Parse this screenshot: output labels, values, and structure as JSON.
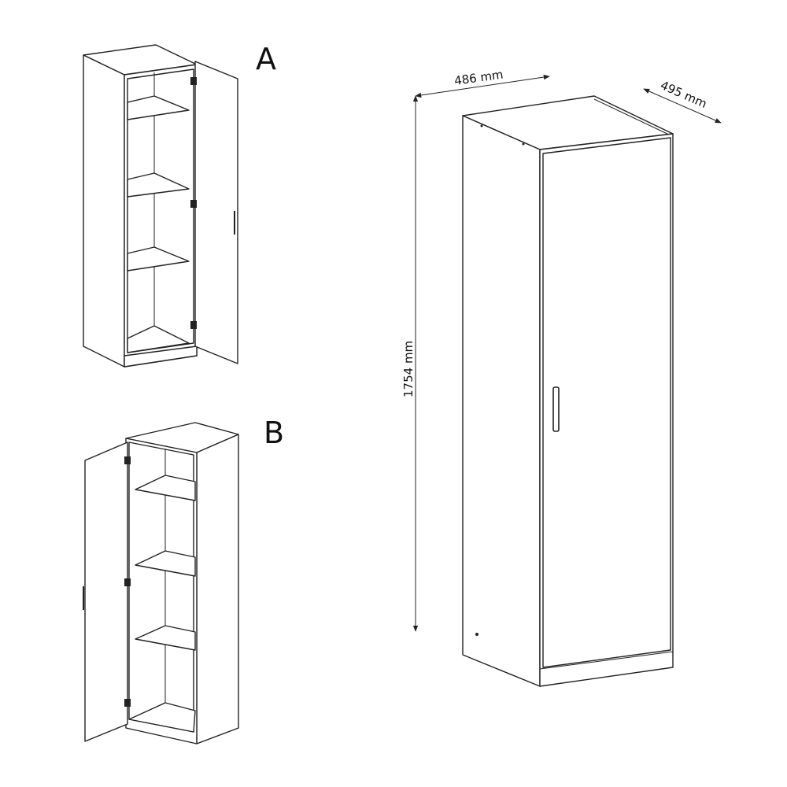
{
  "variants": {
    "a_label": "A",
    "b_label": "B"
  },
  "dimensions": {
    "width": "486 mm",
    "depth": "495 mm",
    "height": "1754 mm"
  },
  "colors": {
    "line": "#222222",
    "background": "#ffffff"
  }
}
